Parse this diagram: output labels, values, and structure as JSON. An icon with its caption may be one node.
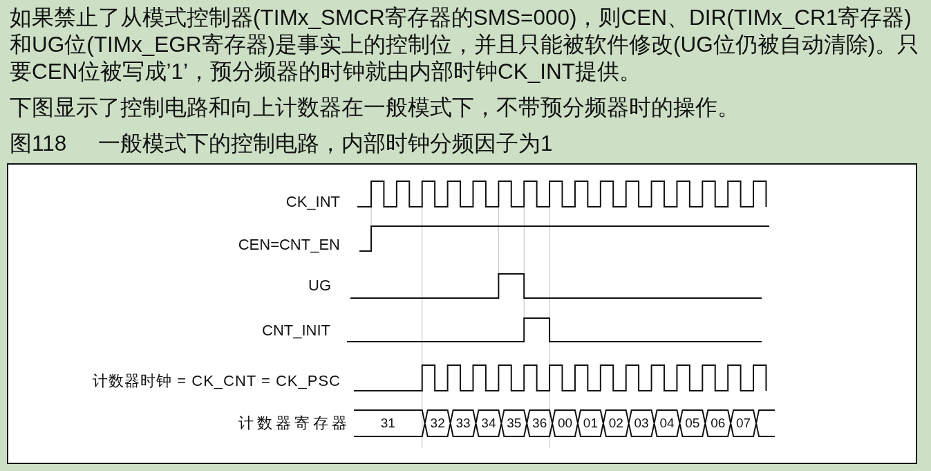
{
  "diagram": {
    "title": "图118 一般模式下的控制电路，内部时钟分频因子为1",
    "labels": [
      "如果禁止了从模式控制器(TIMx_SMCR寄存器的SMS=000)，则CEN、DIR(TIMx_CR1寄存器)和UG位(TIMx_EGR寄存器)是事实上的控制位，并且只能被软件修改(UG位仍被自动清除)。只要CEN位被写成’1’，预分频器的时钟就由内部时钟CK_INT提供。",
      "下图显示了控制电路和向上计数器在一般模式下，不带预分频器时的操作。",
      "CK_INT",
      "CEN=CNT_EN",
      "UG",
      "CNT_INIT",
      "计数器时钟 = CK_CNT = CK_PSC",
      "计数器寄存器",
      "31",
      "32",
      "33",
      "34",
      "35",
      "36",
      "00",
      "01",
      "02",
      "03",
      "04",
      "05",
      "06",
      "07"
    ]
  }
}
